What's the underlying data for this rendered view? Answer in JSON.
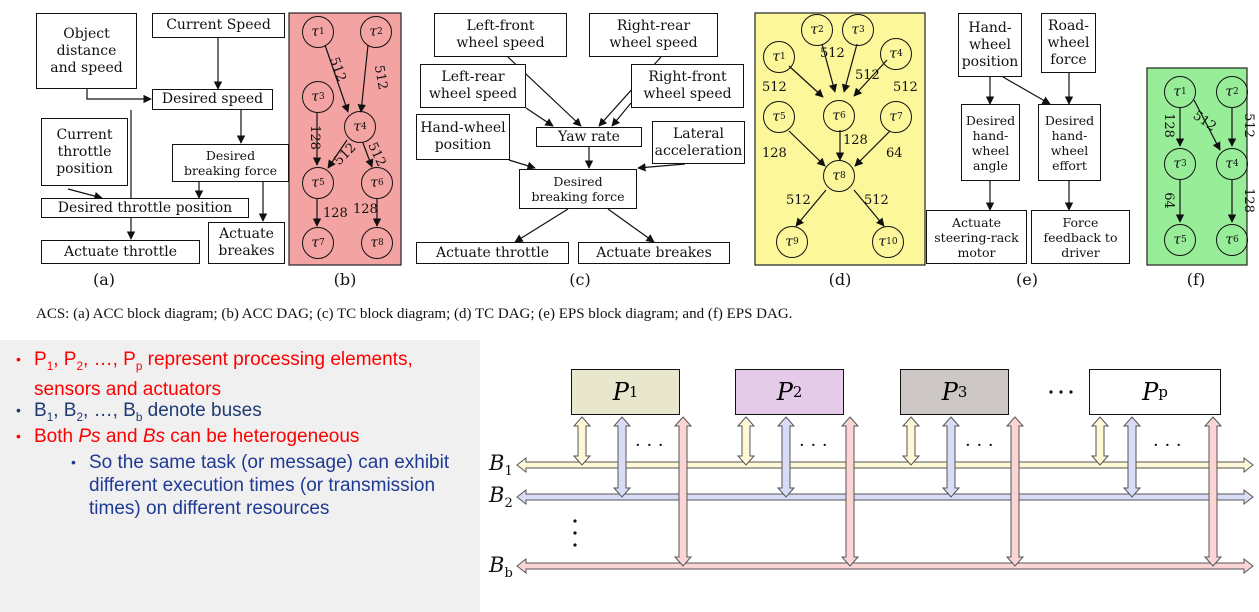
{
  "caption": "ACS: (a) ACC block diagram; (b) ACC DAG; (c) TC block diagram; (d) TC DAG; (e) EPS block diagram; and (f) EPS DAG.",
  "panel_labels": [
    "(a)",
    "(b)",
    "(c)",
    "(d)",
    "(e)",
    "(f)"
  ],
  "acc_blocks": {
    "object": "Object\ndistance\nand speed",
    "current_speed": "Current Speed",
    "desired_speed": "Desired speed",
    "throttle_pos": "Current\nthrottle\nposition",
    "desired_brake": "Desired\nbreaking force",
    "desired_throttle": "Desired throttle position",
    "actuate_throttle": "Actuate throttle",
    "actuate_brakes": "Actuate\nbreakes"
  },
  "tc_blocks": {
    "lf_speed": "Left-front\nwheel speed",
    "rr_speed": "Right-rear\nwheel speed",
    "lr_speed": "Left-rear\nwheel speed",
    "rf_speed": "Right-front\nwheel speed",
    "handwheel": "Hand-wheel\nposition",
    "yaw": "Yaw rate",
    "lateral": "Lateral\nacceleration",
    "desired_brake": "Desired\nbreaking force",
    "actuate_throttle": "Actuate throttle",
    "actuate_brakes": "Actuate breakes"
  },
  "eps_blocks": {
    "handwheel": "Hand-\nwheel\nposition",
    "road": "Road-\nwheel\nforce",
    "angle": "Desired\nhand-\nwheel\nangle",
    "effort": "Desired\nhand-\nwheel\neffort",
    "motor": "Actuate\nsteering-rack\nmotor",
    "feedback": "Force\nfeedback to\ndriver"
  },
  "dag_b": {
    "weights": [
      "512",
      "512",
      "128",
      "512",
      "512",
      "128",
      "128"
    ]
  },
  "dag_d": {
    "weights": [
      "512",
      "512",
      "512",
      "512",
      "128",
      "128",
      "64",
      "512",
      "512"
    ]
  },
  "dag_f": {
    "weights": [
      "128",
      "512",
      "512",
      "64",
      "128"
    ]
  },
  "bullets": {
    "b1_main": " represent processing elements, sensors and actuators",
    "b2_main": " denote buses",
    "b3_a": "Both ",
    "b3_ps": "Ps",
    "b3_and": " and ",
    "b3_bs": "Bs",
    "b3_end": " can be  heterogeneous",
    "b4": "So the same task (or message) can exhibit different execution times (or transmission times)  on different resources"
  },
  "arch": {
    "processors": [
      "P1",
      "P2",
      "P3",
      "Pp"
    ],
    "buses": [
      "B1",
      "B2",
      "Bb"
    ]
  },
  "colors": {
    "pink_panel": "#f4a3a3",
    "yellow_panel": "#fbf79a",
    "green_panel": "#98ee98",
    "red_text": "#ff0000",
    "blue_text": "#1f3b73",
    "dark_blue_text": "#1f3a93",
    "p1_fill": "#e8e6cc",
    "p2_fill": "#e4cce8",
    "p3_fill": "#cdc8c6",
    "yellow_arrow": "#fff8d6",
    "blue_arrow": "#d9dcf6",
    "pink_arrow": "#fbd4d4"
  }
}
